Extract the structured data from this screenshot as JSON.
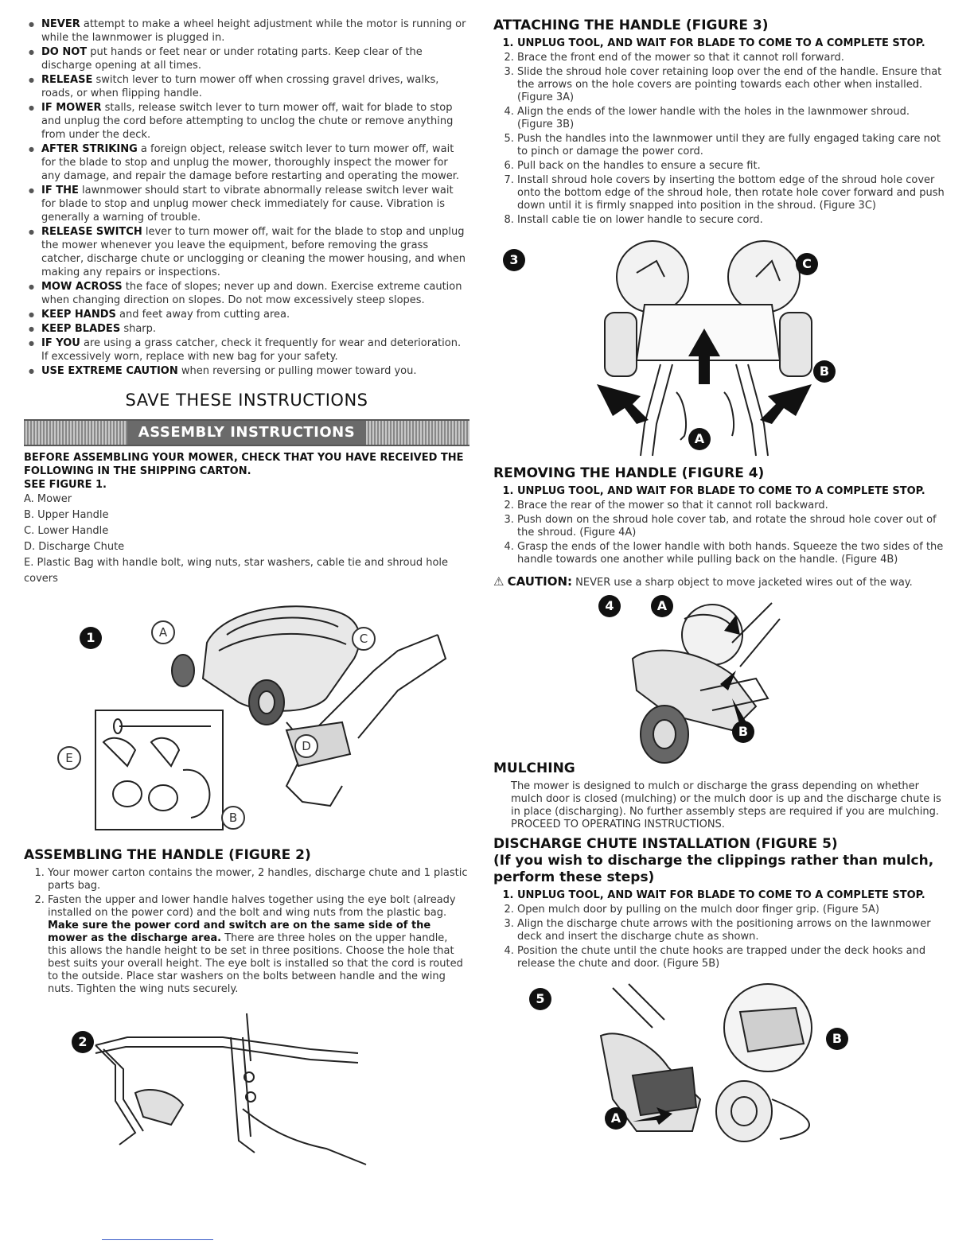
{
  "safety": [
    {
      "lead": "NEVER",
      "text": " attempt to make a wheel height adjustment while the motor is running or while the lawnmower is plugged in."
    },
    {
      "lead": "DO NOT",
      "text": " put hands or feet near or under rotating parts. Keep clear of the discharge opening at all times."
    },
    {
      "lead": "RELEASE",
      "text": " switch lever to turn mower off when crossing gravel drives, walks, roads, or when flipping handle."
    },
    {
      "lead": "IF MOWER",
      "text": " stalls, release switch lever to turn mower off, wait for blade to stop and unplug the cord before attempting to unclog the chute or remove anything from under the deck."
    },
    {
      "lead": "AFTER STRIKING",
      "text": " a foreign object, release switch lever to turn mower off, wait for the blade to stop and unplug the mower, thoroughly inspect the mower for any damage, and repair the damage before restarting and operating the mower."
    },
    {
      "lead": "IF THE",
      "text": " lawnmower should start to vibrate abnormally release switch lever wait for blade to stop and unplug mower check immediately for cause. Vibration is generally a warning of trouble."
    },
    {
      "lead": "RELEASE SWITCH",
      "text": " lever to turn mower off, wait for the blade to stop and unplug the mower whenever you leave the equipment, before removing the grass catcher, discharge chute or unclogging or cleaning the mower housing, and when making any repairs or inspections."
    },
    {
      "lead": "MOW ACROSS",
      "text": " the face of slopes; never up and down. Exercise extreme caution when changing direction on slopes. Do not mow excessively steep slopes."
    },
    {
      "lead": "KEEP HANDS",
      "text": " and feet away from cutting area."
    },
    {
      "lead": "KEEP BLADES",
      "text": " sharp."
    },
    {
      "lead": "IF YOU",
      "text": " are using a grass catcher, check it frequently for wear and deterioration. If excessively worn, replace with new bag for your safety."
    },
    {
      "lead": "USE EXTREME CAUTION",
      "text": " when reversing or pulling mower toward you."
    }
  ],
  "save_heading": "SAVE THESE INSTRUCTIONS",
  "assembly_banner": "ASSEMBLY INSTRUCTIONS",
  "before_note": "BEFORE ASSEMBLING YOUR MOWER, CHECK THAT YOU HAVE RECEIVED THE FOLLOWING IN THE SHIPPING CARTON.",
  "see_figure": "SEE FIGURE 1.",
  "parts": [
    "A. Mower",
    "B. Upper Handle",
    "C. Lower Handle",
    "D. Discharge Chute",
    "E. Plastic Bag with handle bolt, wing nuts, star washers, cable tie and shroud hole covers"
  ],
  "fig1": {
    "num": "1",
    "a": "A",
    "b": "B",
    "c": "C",
    "d": "D",
    "e": "E"
  },
  "assembling": {
    "title": "ASSEMBLING THE HANDLE (FIGURE 2)",
    "step1": "Your mower carton contains the mower, 2 handles, discharge chute and 1 plastic parts bag.",
    "step2_a": "Fasten the upper and lower handle halves together using the eye bolt (already installed on the power cord) and the bolt and wing nuts from the plastic bag. ",
    "step2_bold": "Make sure the power cord and switch are on the same side of the mower as the discharge area.",
    "step2_b": " There are three holes on the upper handle, this allows the handle height to be set in three positions. Choose the hole that best suits your overall height. The eye bolt is installed so that the cord is routed to the outside. Place star washers on the bolts between handle and the wing nuts. Tighten the wing nuts securely."
  },
  "fig2": {
    "num": "2"
  },
  "attaching": {
    "title": "ATTACHING THE HANDLE (FIGURE 3)",
    "steps": [
      "UNPLUG TOOL, AND WAIT FOR BLADE TO COME TO A COMPLETE STOP.",
      "Brace the front end of the mower so that it cannot roll forward.",
      "Slide the shroud hole cover retaining loop over the end of the handle. Ensure that the arrows on the hole covers are pointing towards each other when installed.(Figure 3A)",
      "Align the ends of the lower handle with the holes in the lawnmower shroud. (Figure 3B)",
      "Push the handles into the lawnmower until they are fully engaged taking care not to pinch or damage the power cord.",
      "Pull back on the handles to ensure a secure fit.",
      "Install shroud hole covers by inserting the bottom edge of the shroud hole cover onto the bottom edge of the shroud hole, then rotate hole cover forward and push down until it is firmly snapped into position in the shroud. (Figure 3C)",
      "Install cable tie on lower handle to secure cord."
    ]
  },
  "fig3": {
    "num": "3",
    "a": "A",
    "b": "B",
    "c": "C"
  },
  "removing": {
    "title": "REMOVING THE HANDLE (FIGURE 4)",
    "steps": [
      "UNPLUG TOOL, AND WAIT FOR BLADE TO COME TO A COMPLETE STOP.",
      "Brace the rear of the mower so that it cannot roll backward.",
      "Push down on the shroud hole cover tab, and rotate the shroud hole cover out of the shroud. (Figure 4A)",
      "Grasp the ends of the lower handle with both hands. Squeeze the two sides of the handle towards one another while pulling back on the handle. (Figure 4B)"
    ],
    "caution_word": "CAUTION:",
    "caution_text": " NEVER use a sharp object to move jacketed wires out of the way."
  },
  "fig4": {
    "num": "4",
    "a": "A",
    "b": "B"
  },
  "mulching": {
    "title": "MULCHING",
    "text": "The mower is designed to mulch or discharge the grass depending on whether mulch door is closed (mulching) or the mulch door is up and the discharge chute is in place (discharging). No further assembly steps are required if you are mulching. PROCEED TO OPERATING INSTRUCTIONS."
  },
  "discharge": {
    "title": "DISCHARGE CHUTE INSTALLATION (FIGURE 5)",
    "subtitle": "(If you wish to discharge the clippings rather than mulch, perform these steps)",
    "steps": [
      "UNPLUG TOOL, AND WAIT FOR BLADE TO COME TO A COMPLETE STOP.",
      "Open mulch door by pulling on the mulch door finger grip. (Figure 5A)",
      "Align the discharge chute arrows with the positioning arrows on the lawnmower deck and insert the discharge chute as shown.",
      "Position the chute until the chute hooks are trapped under the deck hooks and release the chute and door. (Figure 5B)"
    ]
  },
  "fig5": {
    "num": "5",
    "a": "A",
    "b": "B"
  }
}
